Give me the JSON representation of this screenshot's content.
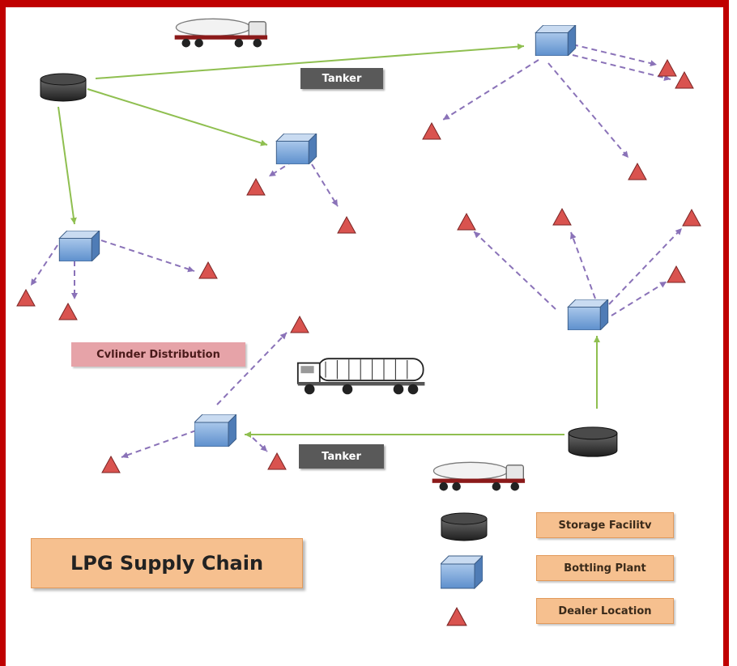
{
  "labels": {
    "tanker_top": "Tanker",
    "tanker_bottom": "Tanker",
    "cylinder_distribution": "Cvlinder Distribution",
    "title": "LPG Supply Chain"
  },
  "legend": {
    "storage": "Storage Facilitv",
    "bottling": "Bottling Plant",
    "dealer": "Dealer Location"
  },
  "colors": {
    "frame": "#c00000",
    "tanker_route": "#8fbf50",
    "cylinder_route": "#8a72b8",
    "dealer": "#d9534f",
    "plant": "#5b9bd5",
    "storage": "#3a3a3a"
  },
  "icons": {
    "storage": "storage-tank-icon",
    "bottling": "bottling-plant-icon",
    "dealer": "dealer-triangle-icon",
    "tanker_truck": "tanker-truck-icon"
  }
}
